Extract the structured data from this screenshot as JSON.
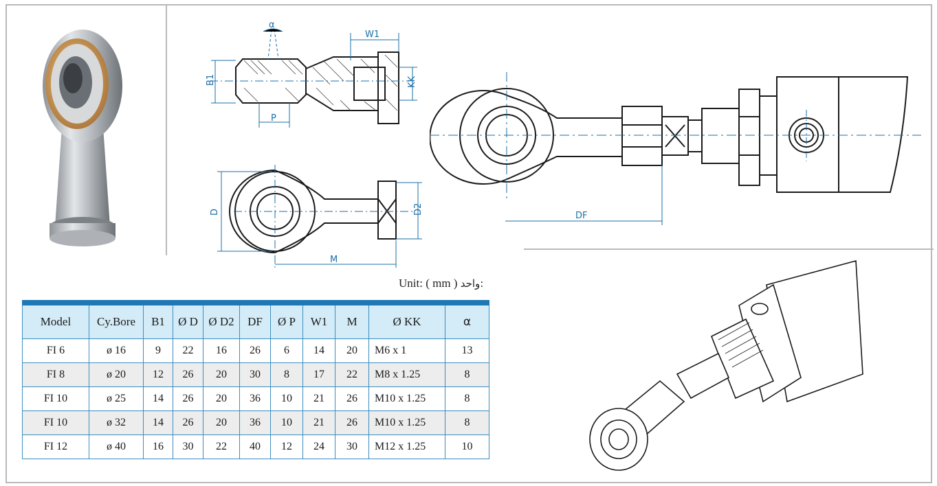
{
  "unit": {
    "persian_label": "واحد:",
    "value": "( mm )",
    "english_label": "Unit:"
  },
  "dimension_labels": {
    "alpha": "α",
    "b1": "B1",
    "p": "P",
    "w1": "W1",
    "kk": "KK",
    "d": "D",
    "d2": "D2",
    "m": "M",
    "df": "DF"
  },
  "table": {
    "headers": [
      "Model",
      "Cy.Bore",
      "B1",
      "Ø D",
      "Ø D2",
      "DF",
      "Ø P",
      "W1",
      "M",
      "Ø KK",
      "α"
    ],
    "rows": [
      [
        "FI 6",
        "ø 16",
        "9",
        "22",
        "16",
        "26",
        "6",
        "14",
        "20",
        "M6 x 1",
        "13"
      ],
      [
        "FI 8",
        "ø 20",
        "12",
        "26",
        "20",
        "30",
        "8",
        "17",
        "22",
        "M8 x 1.25",
        "8"
      ],
      [
        "FI 10",
        "ø 25",
        "14",
        "26",
        "20",
        "36",
        "10",
        "21",
        "26",
        "M10 x 1.25",
        "8"
      ],
      [
        "FI 10",
        "ø 32",
        "14",
        "26",
        "20",
        "36",
        "10",
        "21",
        "26",
        "M10 x 1.25",
        "8"
      ],
      [
        "FI 12",
        "ø 40",
        "16",
        "30",
        "22",
        "40",
        "12",
        "24",
        "30",
        "M12 x 1.25",
        "10"
      ]
    ]
  },
  "colors": {
    "accent": "#1f78b4",
    "header_bg": "#d4ecf7",
    "dimension": "#1a6fa8",
    "line": "#1a1a1a"
  }
}
